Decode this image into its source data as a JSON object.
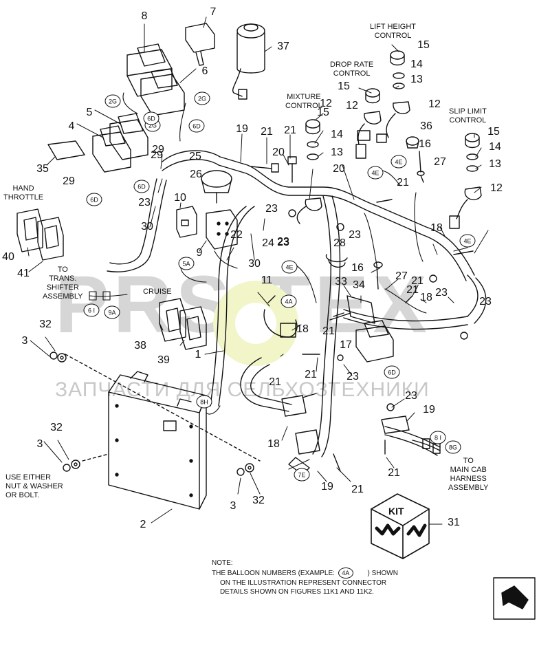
{
  "watermark": {
    "brand": "PRS  TEX",
    "tagline": "ЗАПЧАСТИ ДЛЯ СЕЛЬХОЗТЕХНИКИ"
  },
  "captions": {
    "lift_height": "LIFT HEIGHT\nCONTROL",
    "drop_rate": "DROP RATE\nCONTROL",
    "mixture": "MIXTURE\nCONTROL",
    "slip_limit": "SLIP LIMIT\nCONTROL",
    "hand_throttle": "HAND\nTHROTTLE",
    "to_trans": "TO\nTRANS.\nSHIFTER\nASSEMBLY",
    "cruise": "CRUISE",
    "to_main_cab": "TO\nMAIN CAB\nHARNESS\nASSEMBLY",
    "use_either": "USE EITHER\nNUT & WASHER\nOR BOLT."
  },
  "note": {
    "title": "NOTE:",
    "line1a": "THE BALLOON NUMBERS (EXAMPLE:",
    "example_balloon": "4A",
    "line1b": ") SHOWN",
    "line2": "ON THE ILLUSTRATION REPRESENT CONNECTOR",
    "line3": "DETAILS SHOWN ON FIGURES 11K1 AND 11K2."
  },
  "kit_label": "KIT",
  "callouts": [
    {
      "t": "8"
    },
    {
      "t": "7"
    },
    {
      "t": "37"
    },
    {
      "t": "6"
    },
    {
      "t": "5"
    },
    {
      "t": "4"
    },
    {
      "t": "35"
    },
    {
      "t": "29"
    },
    {
      "t": "25"
    },
    {
      "t": "26"
    },
    {
      "t": "19"
    },
    {
      "t": "21"
    },
    {
      "t": "20"
    },
    {
      "t": "21"
    },
    {
      "t": "14"
    },
    {
      "t": "13"
    },
    {
      "t": "15"
    },
    {
      "t": "15"
    },
    {
      "t": "14"
    },
    {
      "t": "13"
    },
    {
      "t": "15"
    },
    {
      "t": "12"
    },
    {
      "t": "12"
    },
    {
      "t": "36"
    },
    {
      "t": "15"
    },
    {
      "t": "14"
    },
    {
      "t": "13"
    },
    {
      "t": "16"
    },
    {
      "t": "27"
    },
    {
      "t": "12"
    },
    {
      "t": "21"
    },
    {
      "t": "20"
    },
    {
      "t": "12"
    },
    {
      "t": "23"
    },
    {
      "t": "23"
    },
    {
      "t": "23"
    },
    {
      "t": "10"
    },
    {
      "t": "22"
    },
    {
      "t": "24"
    },
    {
      "t": "23"
    },
    {
      "t": "30"
    },
    {
      "t": "30"
    },
    {
      "t": "9"
    },
    {
      "t": "28"
    },
    {
      "t": "18"
    },
    {
      "t": "21"
    },
    {
      "t": "16"
    },
    {
      "t": "27"
    },
    {
      "t": "21"
    },
    {
      "t": "18"
    },
    {
      "t": "23"
    },
    {
      "t": "23"
    },
    {
      "t": "33"
    },
    {
      "t": "34"
    },
    {
      "t": "11"
    },
    {
      "t": "18"
    },
    {
      "t": "21"
    },
    {
      "t": "17"
    },
    {
      "t": "21"
    },
    {
      "t": "23"
    },
    {
      "t": "38"
    },
    {
      "t": "39"
    },
    {
      "t": "1"
    },
    {
      "t": "40"
    },
    {
      "t": "41"
    },
    {
      "t": "32"
    },
    {
      "t": "3"
    },
    {
      "t": "32"
    },
    {
      "t": "3"
    },
    {
      "t": "2"
    },
    {
      "t": "3"
    },
    {
      "t": "32"
    },
    {
      "t": "21"
    },
    {
      "t": "23"
    },
    {
      "t": "19"
    },
    {
      "t": "18"
    },
    {
      "t": "19"
    },
    {
      "t": "21"
    },
    {
      "t": "21"
    },
    {
      "t": "31"
    },
    {
      "t": "29"
    },
    {
      "t": "23"
    },
    {
      "t": "29"
    }
  ],
  "balloons": [
    {
      "t": "2G"
    },
    {
      "t": "2G"
    },
    {
      "t": "2G"
    },
    {
      "t": "6D"
    },
    {
      "t": "6D"
    },
    {
      "t": "6D"
    },
    {
      "t": "6D"
    },
    {
      "t": "5A"
    },
    {
      "t": "4E"
    },
    {
      "t": "4E"
    },
    {
      "t": "4E"
    },
    {
      "t": "4A"
    },
    {
      "t": "6 I"
    },
    {
      "t": "9A"
    },
    {
      "t": "8H"
    },
    {
      "t": "7E"
    },
    {
      "t": "6D"
    },
    {
      "t": "8 I"
    },
    {
      "t": "8G"
    },
    {
      "t": "4E"
    }
  ]
}
